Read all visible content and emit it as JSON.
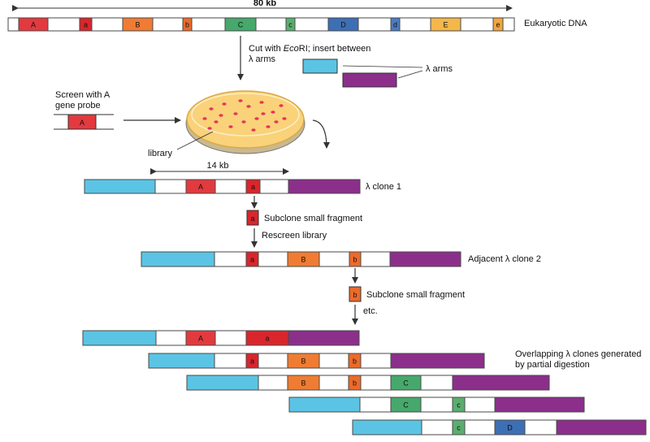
{
  "colors": {
    "A": "#e23a3f",
    "a": "#d8262c",
    "B": "#f07c33",
    "b": "#ec6a2a",
    "C": "#47a86c",
    "c": "#5aae6f",
    "D": "#3d6fb5",
    "d": "#4b7cc0",
    "E": "#f4b74a",
    "e": "#f2a63c",
    "blank": "#ffffff",
    "cyan_arm": "#5bc4e4",
    "purple_arm": "#8b2f8b",
    "dish_fill": "#f9d27a",
    "dish_rim": "#d9a94a",
    "colony": "#e8335a",
    "outline": "#4a4a4a",
    "arrow": "#333333"
  },
  "top_dna": {
    "size_label": "80 kb",
    "name": "Eukaryotic DNA",
    "segments": [
      {
        "type": "blank"
      },
      {
        "type": "A",
        "label": "A"
      },
      {
        "type": "blank"
      },
      {
        "type": "a",
        "label": "a"
      },
      {
        "type": "blank"
      },
      {
        "type": "B",
        "label": "B"
      },
      {
        "type": "blank"
      },
      {
        "type": "b",
        "label": "b"
      },
      {
        "type": "blank"
      },
      {
        "type": "C",
        "label": "C"
      },
      {
        "type": "blank"
      },
      {
        "type": "c",
        "label": "c"
      },
      {
        "type": "blank"
      },
      {
        "type": "D",
        "label": "D"
      },
      {
        "type": "blank"
      },
      {
        "type": "d",
        "label": "d"
      },
      {
        "type": "blank"
      },
      {
        "type": "E",
        "label": "E"
      },
      {
        "type": "blank"
      },
      {
        "type": "e",
        "label": "e"
      },
      {
        "type": "blank"
      }
    ]
  },
  "labels": {
    "cut_line1": "Cut with ",
    "cut_italic": "Eco",
    "cut_after": "RI; insert between",
    "cut_line2": "λ arms",
    "lambda_arms": "λ arms",
    "screen_line1": "Screen with A",
    "screen_line2": "gene probe",
    "probe_label": "A",
    "library": "library",
    "size_14kb": "14 kb",
    "clone1": "λ clone 1",
    "sub_a": "Subclone small fragment",
    "rescreen": "Rescreen library",
    "clone2": "Adjacent λ clone 2",
    "sub_b": "Subclone small fragment",
    "etc": "etc.",
    "overlap_line1": "Overlapping λ clones generated",
    "overlap_line2": "by partial digestion",
    "frag_a": "a",
    "frag_b": "b"
  },
  "clone1": {
    "segments": [
      {
        "type": "cyan_arm"
      },
      {
        "type": "blank"
      },
      {
        "type": "A",
        "label": "A"
      },
      {
        "type": "blank"
      },
      {
        "type": "a",
        "label": "a"
      },
      {
        "type": "blank"
      },
      {
        "type": "purple_arm"
      }
    ]
  },
  "clone2": {
    "segments": [
      {
        "type": "cyan_arm"
      },
      {
        "type": "blank"
      },
      {
        "type": "a",
        "label": "a"
      },
      {
        "type": "blank"
      },
      {
        "type": "B",
        "label": "B"
      },
      {
        "type": "blank"
      },
      {
        "type": "b",
        "label": "b"
      },
      {
        "type": "blank"
      },
      {
        "type": "purple_arm"
      }
    ]
  },
  "overlap_rows": [
    {
      "segments": [
        {
          "type": "cyan_arm"
        },
        {
          "type": "blank"
        },
        {
          "type": "A",
          "label": "A"
        },
        {
          "type": "blank"
        },
        {
          "type": "a",
          "label": "a"
        },
        {
          "type": "purple_arm"
        }
      ]
    },
    {
      "segments": [
        {
          "type": "cyan_arm"
        },
        {
          "type": "blank"
        },
        {
          "type": "a",
          "label": "a"
        },
        {
          "type": "blank"
        },
        {
          "type": "B",
          "label": "B"
        },
        {
          "type": "blank"
        },
        {
          "type": "b",
          "label": "b"
        },
        {
          "type": "blank"
        },
        {
          "type": "purple_arm"
        }
      ]
    },
    {
      "segments": [
        {
          "type": "cyan_arm"
        },
        {
          "type": "blank"
        },
        {
          "type": "B",
          "label": "B"
        },
        {
          "type": "blank"
        },
        {
          "type": "b",
          "label": "b"
        },
        {
          "type": "blank"
        },
        {
          "type": "C",
          "label": "C"
        },
        {
          "type": "blank"
        },
        {
          "type": "purple_arm"
        }
      ]
    },
    {
      "segments": [
        {
          "type": "cyan_arm"
        },
        {
          "type": "blank"
        },
        {
          "type": "C",
          "label": "C"
        },
        {
          "type": "blank"
        },
        {
          "type": "c",
          "label": "c"
        },
        {
          "type": "blank"
        },
        {
          "type": "purple_arm"
        }
      ]
    },
    {
      "segments": [
        {
          "type": "cyan_arm"
        },
        {
          "type": "blank"
        },
        {
          "type": "c",
          "label": "c"
        },
        {
          "type": "blank"
        },
        {
          "type": "D",
          "label": "D"
        },
        {
          "type": "blank"
        },
        {
          "type": "purple_arm"
        }
      ]
    }
  ]
}
